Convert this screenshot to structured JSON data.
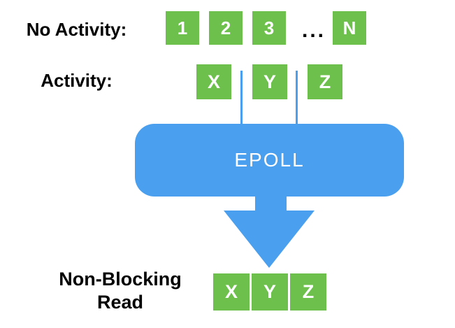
{
  "colors": {
    "green": "#6ec04d",
    "blue": "#4aa0ee",
    "label_text": "#000000",
    "box_text": "#ffffff"
  },
  "no_activity": {
    "label": "No Activity:",
    "boxes": [
      "1",
      "2",
      "3"
    ],
    "ellipsis": "...",
    "last_box": "N"
  },
  "activity": {
    "label": "Activity:",
    "boxes": [
      "X",
      "Y",
      "Z"
    ]
  },
  "epoll": {
    "label": "EPOLL"
  },
  "result": {
    "label_line1": "Non-Blocking",
    "label_line2": "Read",
    "boxes": [
      "X",
      "Y",
      "Z"
    ]
  }
}
